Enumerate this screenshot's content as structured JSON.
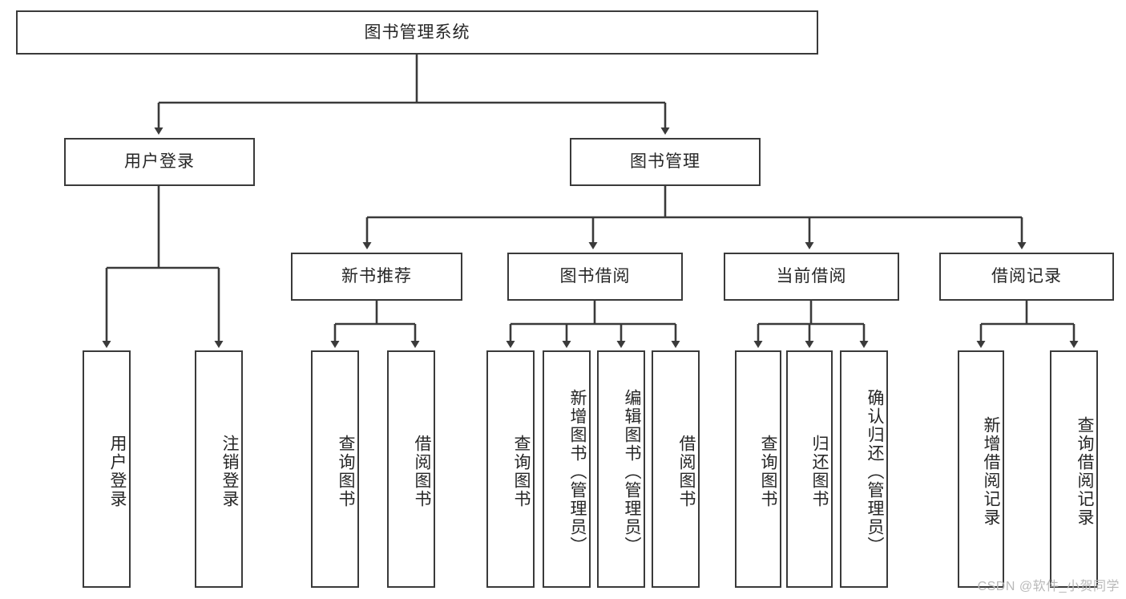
{
  "diagram": {
    "title": "图书管理系统",
    "type": "tree-hierarchy-chart",
    "watermark": "CSDN @软件_小贺同学",
    "colors": {
      "box_border": "#3a3a3a",
      "connector": "#3a3a3a",
      "text": "#262626",
      "background": "#ffffff",
      "watermark": "#b9b9b9"
    },
    "root": {
      "label": "图书管理系统"
    },
    "level1": [
      {
        "label": "用户登录"
      },
      {
        "label": "图书管理"
      }
    ],
    "level2": [
      {
        "label": "新书推荐"
      },
      {
        "label": "图书借阅"
      },
      {
        "label": "当前借阅"
      },
      {
        "label": "借阅记录"
      }
    ],
    "leaves": {
      "user_login": [
        {
          "label": "用户登录"
        },
        {
          "label": "注销登录"
        }
      ],
      "new_book_rec": [
        {
          "label": "查询图书"
        },
        {
          "label": "借阅图书"
        }
      ],
      "book_borrow": [
        {
          "label": "查询图书"
        },
        {
          "label": "新增图书（管理员）"
        },
        {
          "label": "编辑图书（管理员）"
        },
        {
          "label": "借阅图书"
        }
      ],
      "current_borrow": [
        {
          "label": "查询图书"
        },
        {
          "label": "归还图书"
        },
        {
          "label": "确认归还（管理员）"
        }
      ],
      "borrow_record": [
        {
          "label": "新增借阅记录"
        },
        {
          "label": "查询借阅记录"
        }
      ]
    }
  }
}
